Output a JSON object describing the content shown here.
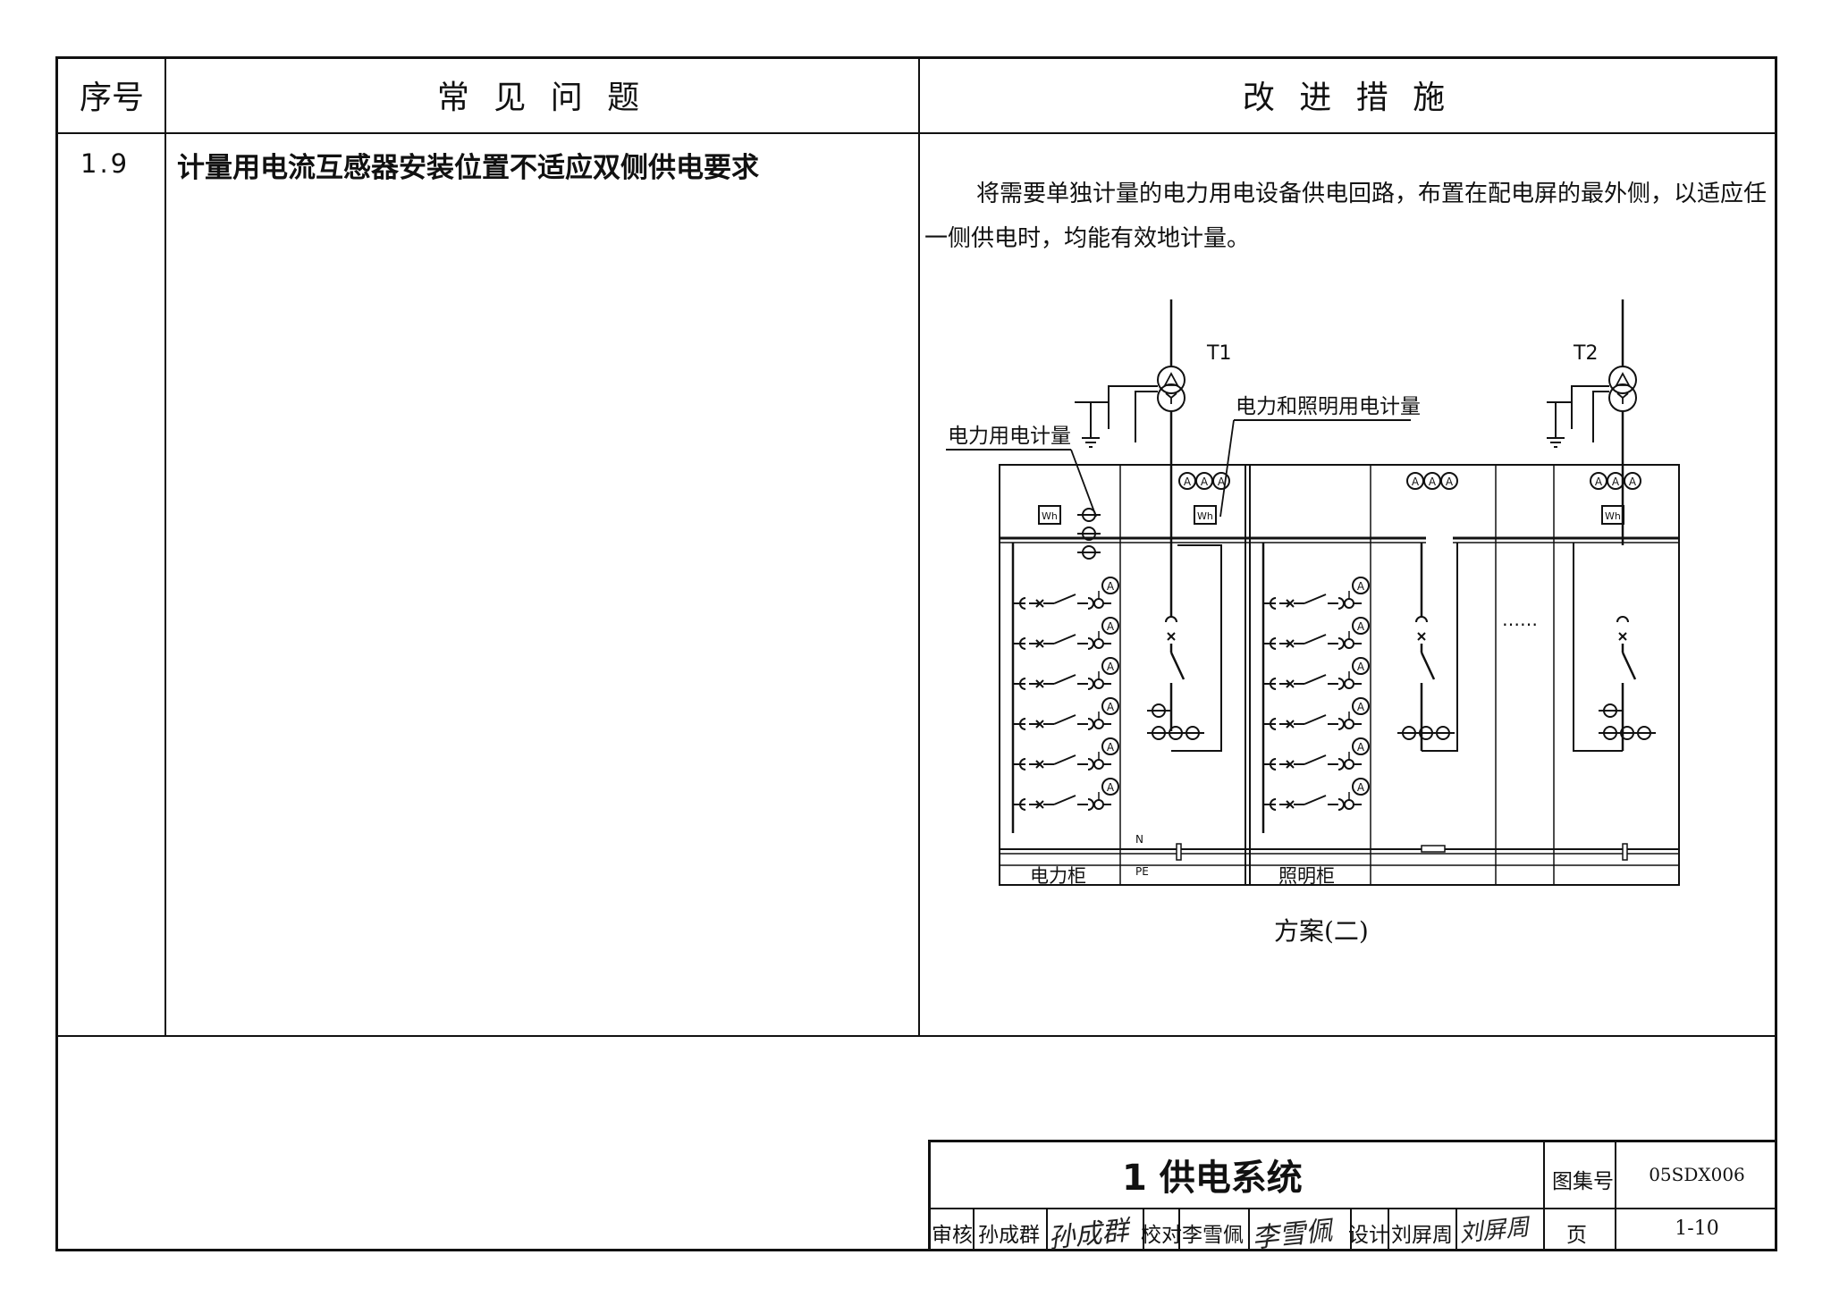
{
  "table": {
    "headers": {
      "seq": "序号",
      "problem": "常 见 问 题",
      "improvement": "改 进 措 施"
    },
    "rows": [
      {
        "seq": "1.9",
        "problem": "计量用电流互感器安装位置不适应双侧供电要求",
        "improvement_line1": "将需要单独计量的电力用电设备供电回路，布置在配电屏的最外侧，以适应任",
        "improvement_line2": "一侧供电时，均能有效地计量。"
      }
    ]
  },
  "diagram": {
    "transformer_left": "T1",
    "transformer_right": "T2",
    "label_power_metering": "电力用电计量",
    "label_power_lighting_metering": "电力和照明用电计量",
    "meter_label": "Wh",
    "ammeter_label": "A",
    "n_label": "N",
    "pe_label": "PE",
    "power_cabinet": "电力柜",
    "lighting_cabinet": "照明柜",
    "ellipsis": "……",
    "caption": "方案(二)"
  },
  "title_block": {
    "title": "1 供电系统",
    "atlas_no_label": "图集号",
    "atlas_no": "05SDX006",
    "review_label": "审核",
    "reviewer": "孙成群",
    "check_label": "校对",
    "checker": "李雪佩",
    "design_label": "设计",
    "designer": "刘屏周",
    "page_label": "页",
    "page_no": "1-10",
    "sig_reviewer": "孙成群",
    "sig_checker": "李雪佩",
    "sig_designer": "刘屏周"
  }
}
